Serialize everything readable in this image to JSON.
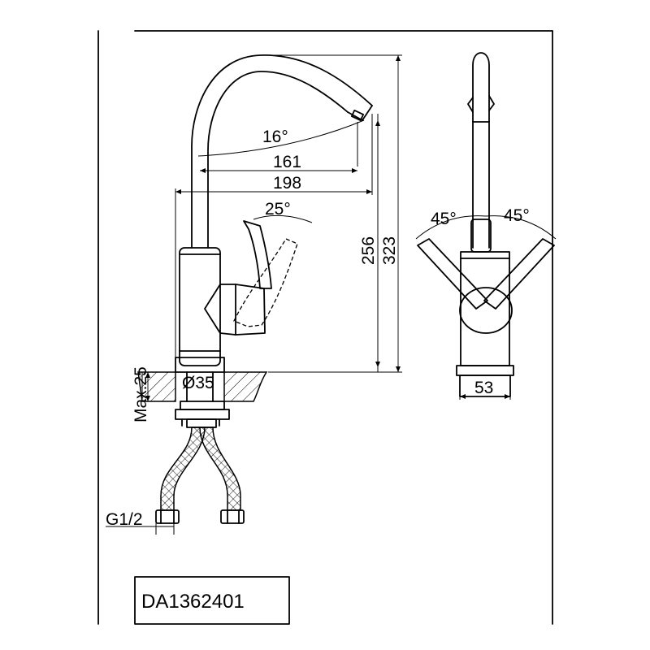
{
  "side_view": {
    "angle_spout": "16°",
    "dim_161": "161",
    "dim_198": "198",
    "angle_handle": "25°",
    "height_256": "256",
    "height_323": "323",
    "max_thickness": "Max.25",
    "diameter": "Ø35",
    "thread": "G1/2"
  },
  "front_view": {
    "angle_left": "45°",
    "angle_right": "45°",
    "base_width": "53"
  },
  "model_code": "DA1362401"
}
